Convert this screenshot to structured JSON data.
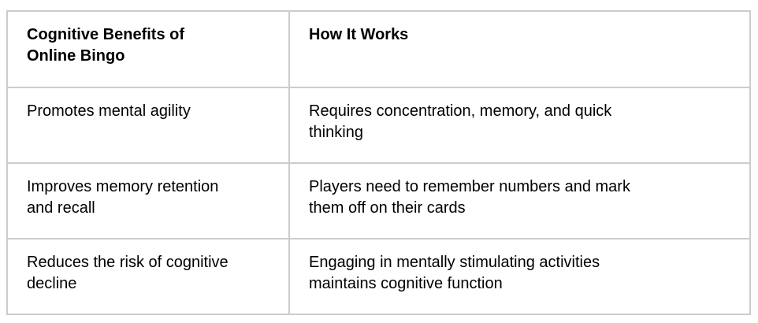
{
  "page": {
    "background": "#ffffff"
  },
  "table": {
    "border_color": "#cccccc",
    "text_color": "#000000",
    "headers": [
      {
        "label": "Cognitive Benefits of\nOnline Bingo"
      },
      {
        "label": "How It Works"
      }
    ],
    "rows": [
      {
        "benefit": "Promotes mental agility",
        "how_it_works": "Requires concentration, memory, and quick\nthinking"
      },
      {
        "benefit": "Improves memory retention\nand recall",
        "how_it_works": "Players need to remember numbers and mark\nthem off on their cards"
      },
      {
        "benefit": "Reduces the risk of cognitive\ndecline",
        "how_it_works": "Engaging in mentally stimulating activities\nmaintains cognitive function"
      }
    ]
  }
}
